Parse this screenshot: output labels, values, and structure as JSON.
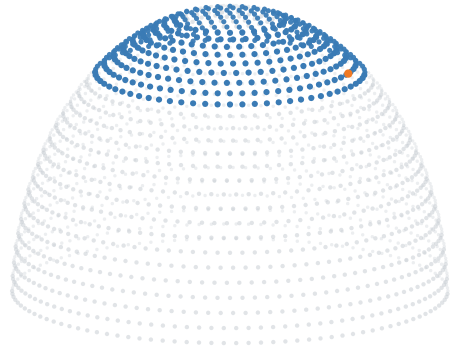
{
  "figure": {
    "description_free": true,
    "hemisphere": {
      "rings_total": 30,
      "highlight_band_rings": [
        5,
        13
      ],
      "highlight_color": "#3a7bb5",
      "background_point_color": "#c9cdd3",
      "marker_color": "#f07a24",
      "marker_ring": 12,
      "marker_angle_deg": 20
    }
  }
}
